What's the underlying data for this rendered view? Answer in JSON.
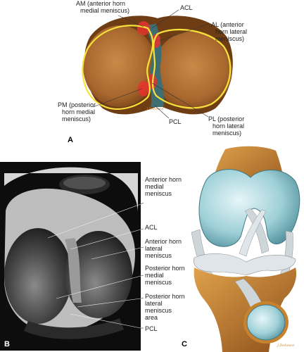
{
  "panel_a": {
    "letter": "A",
    "labels": {
      "am": [
        "AM (anterior horn",
        "medial meniscus)"
      ],
      "acl": [
        "ACL"
      ],
      "al": [
        "AL (anterior",
        "horn lateral",
        "meniscus)"
      ],
      "pm": [
        "PM (posterior",
        "horn medial",
        "meniscus)"
      ],
      "pcl": [
        "PCL"
      ],
      "pl": [
        "PL (posterior",
        "horn lateral",
        "meniscus)"
      ]
    },
    "signature": "J.Dohmen",
    "colors": {
      "plateau": "#b9783c",
      "meniscus_outline": "#f6e23a",
      "highlight": "#e8332c",
      "ligament": "#3f6e72"
    }
  },
  "panel_b": {
    "letter": "B",
    "labels": {
      "anterior_horn_medial": [
        "Anterior horn",
        "medial",
        "meniscus"
      ],
      "acl": [
        "ACL"
      ],
      "anterior_horn_lateral": [
        "Anterior horn",
        "lateral",
        "meniscus"
      ],
      "posterior_horn_medial": [
        "Posterior horn",
        "medial",
        "meniscus"
      ],
      "posterior_horn_lateral": [
        "Posterior horn",
        "lateral",
        "meniscus",
        "area"
      ],
      "pcl": [
        "PCL"
      ]
    }
  },
  "panel_c": {
    "letter": "C",
    "signature": "J.Dohmen",
    "colors": {
      "cartilage": "#9fd0d8",
      "bone": "#c8822e",
      "ligament": "#cfd6da"
    }
  }
}
